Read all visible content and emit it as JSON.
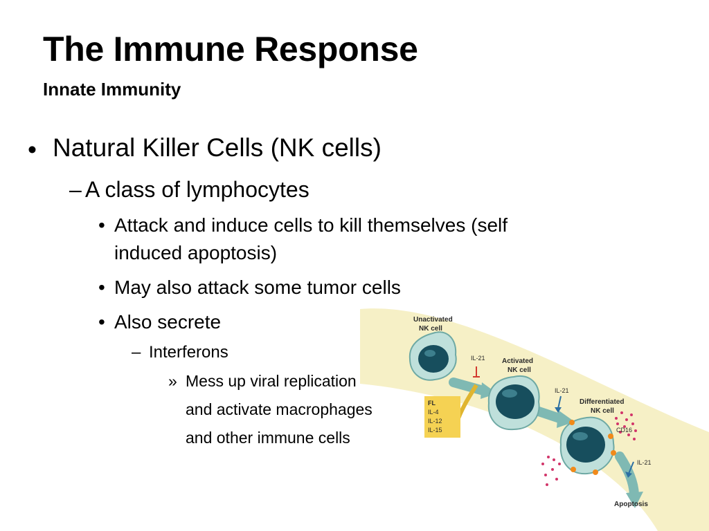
{
  "slide": {
    "title": "The Immune Response",
    "subtitle": "Innate Immunity"
  },
  "bullets": {
    "level1": {
      "marker": "•",
      "text": "Natural Killer Cells (NK cells)"
    },
    "level2": {
      "marker": "–",
      "text": "A class of lymphocytes"
    },
    "level3": [
      {
        "marker": "•",
        "lines": [
          "Attack and induce cells to kill themselves (self",
          "induced apoptosis)"
        ]
      },
      {
        "marker": "•",
        "lines": [
          "May also attack some tumor cells"
        ]
      },
      {
        "marker": "•",
        "lines": [
          "Also secrete"
        ]
      }
    ],
    "level4": {
      "marker": "–",
      "text": "Interferons"
    },
    "level5": {
      "marker": "»",
      "lines": [
        "Mess up viral replication",
        "and activate macrophages",
        "and other immune cells"
      ]
    }
  },
  "figure": {
    "unactivated": [
      "Unactivated",
      "NK cell"
    ],
    "activated": [
      "Activated",
      "NK cell"
    ],
    "differentiated": [
      "Differentiated",
      "NK cell"
    ],
    "il21_a": "IL-21",
    "il21_b": "IL-21",
    "il21_c": "IL-21",
    "cytokines": [
      "FL",
      "IL-4",
      "IL-12",
      "IL-15"
    ],
    "cd16": "CD16",
    "apoptosis": "Apoptosis",
    "colors": {
      "band": "#f6f0c6",
      "cell_body": "#bfe0db",
      "nucleus": "#174e5d",
      "arrow": "#7fb9b3",
      "cytokine_box": "#f5d253",
      "dots": "#d2356a",
      "receptor": "#f18a1a"
    }
  }
}
